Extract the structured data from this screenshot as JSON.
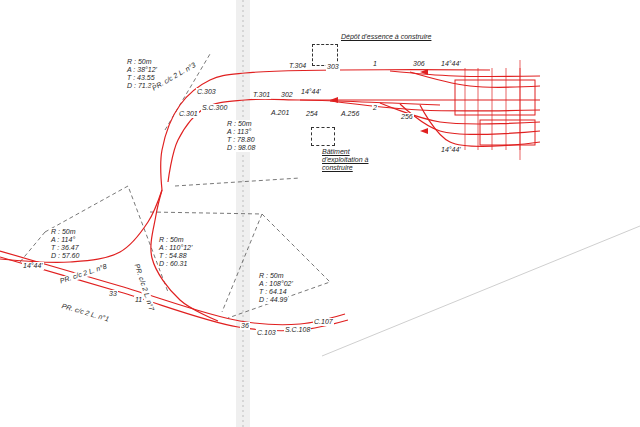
{
  "diagram": {
    "nodes": [
      {
        "text": [
          "Dépôt d'essence à construire"
        ]
      },
      {
        "text": [
          "Bâtiment d'exploitation à construire"
        ]
      }
    ],
    "labels": [
      "R : 50m",
      "A : 38°12'",
      "T : 43.55",
      "D : 71.32",
      "PR. c/c 2 L. n°3",
      "T.304",
      "303",
      "1",
      "306",
      "14°44'",
      "C.303",
      "T.301",
      "302",
      "14°44'",
      "2",
      "A.201",
      "254",
      "A.256",
      "256",
      "14°44'",
      "R : 50m",
      "A : 113°",
      "T : 78.80",
      "D : 98.08",
      "C.301",
      "S.C.300",
      "R : 50m",
      "A : 114°",
      "T : 36.47",
      "D : 57.60",
      "PR. c/c 2 L. n°8",
      "R : 50m",
      "A : 110°12'",
      "T : 54.88",
      "D : 60.31",
      "PR. c/c 2 L. n°7",
      "R : 50m",
      "A : 108°02'",
      "T : 64.14",
      "D : 44.99",
      "PR. c/c 2 L. n°1",
      "14°44'",
      "36",
      "C.103",
      "S.C.108",
      "C.107",
      "11",
      "33"
    ]
  }
}
